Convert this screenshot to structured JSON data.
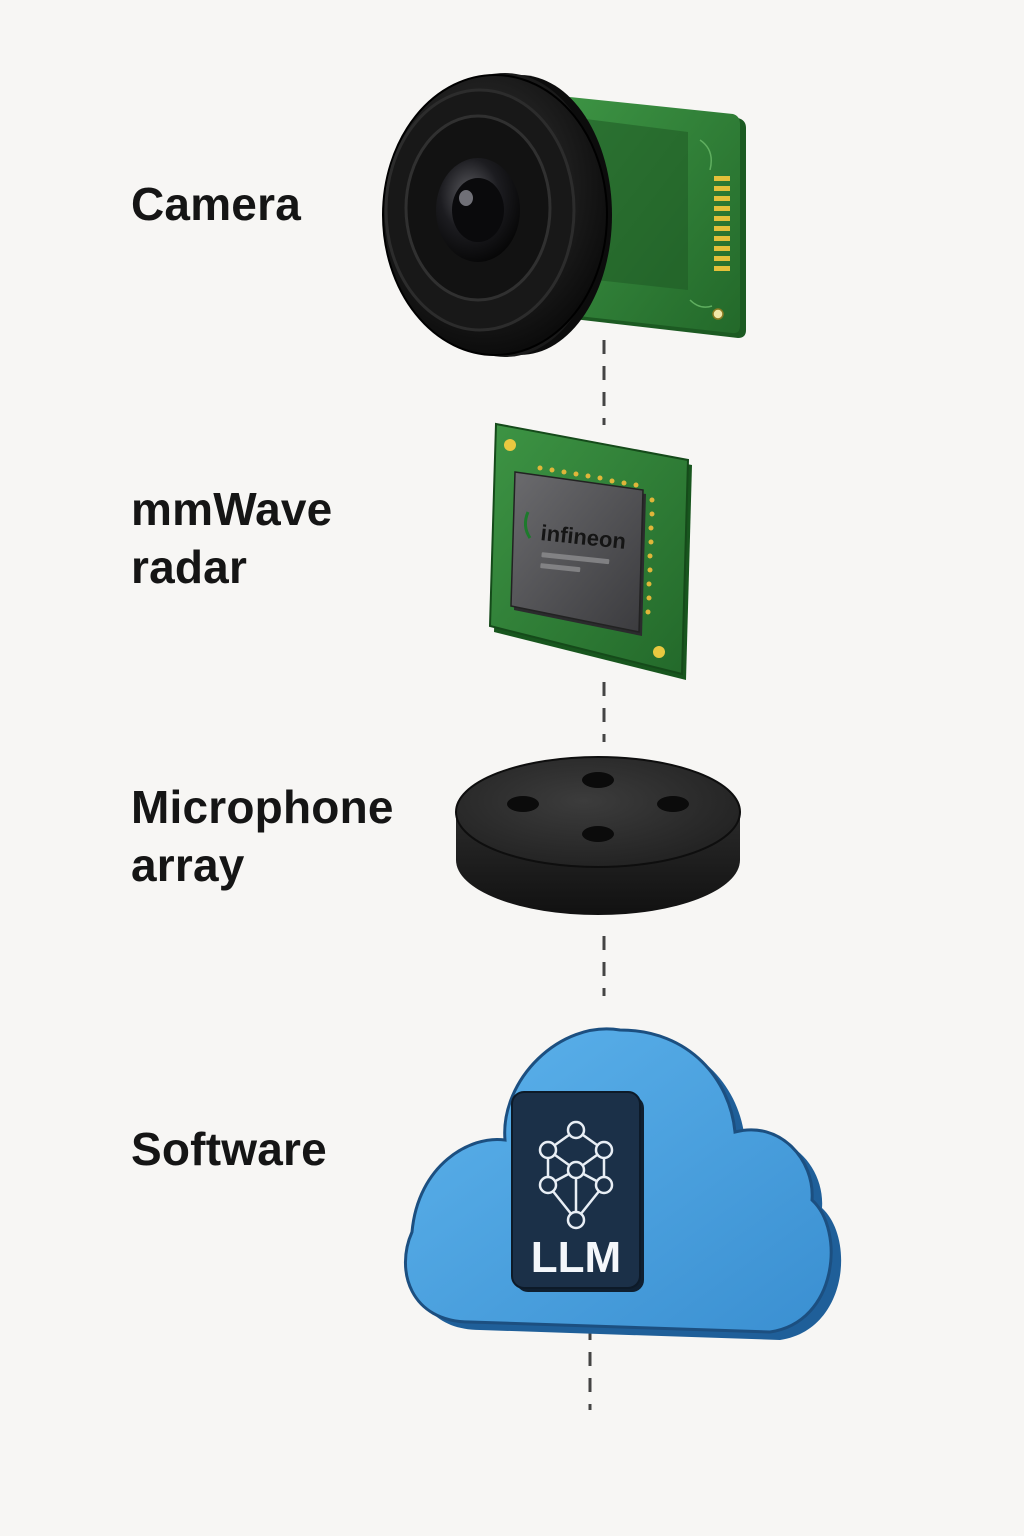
{
  "components": {
    "camera": {
      "label": "Camera"
    },
    "radar": {
      "label_line1": "mmWave",
      "label_line2": "radar",
      "chip_brand": "infineon"
    },
    "microphone": {
      "label_line1": "Microphone",
      "label_line2": "array"
    },
    "software": {
      "label": "Software",
      "badge": "LLM"
    }
  },
  "colors": {
    "background": "#f7f6f4",
    "pcb_green": "#2f7d34",
    "cloud_blue": "#4aa3e0",
    "badge_navy": "#1b3048"
  }
}
